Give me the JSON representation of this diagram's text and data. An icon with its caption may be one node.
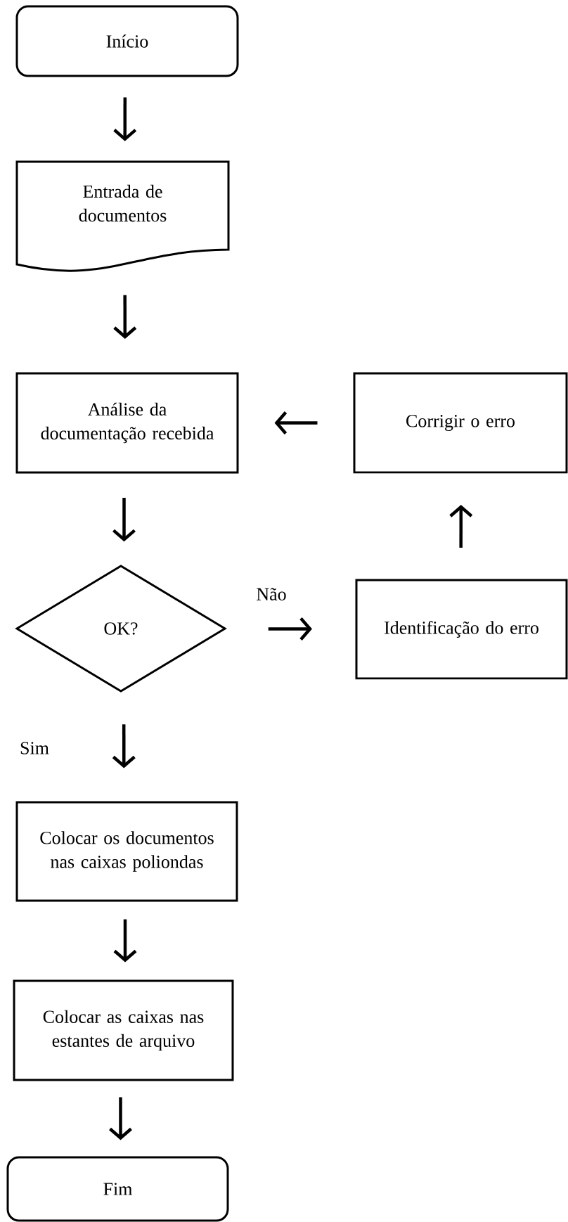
{
  "diagram": {
    "nodes": [
      {
        "text": [
          "Início"
        ]
      },
      {
        "text": [
          "Entrada de documentos"
        ]
      },
      {
        "text": [
          "Análise da documentação recebida"
        ]
      },
      {
        "text": [
          "Corrigir o erro"
        ]
      },
      {
        "text": [
          "OK?"
        ]
      },
      {
        "text": [
          "Identificação do erro"
        ]
      },
      {
        "text": [
          "Colocar os documentos nas caixas poliondas"
        ]
      },
      {
        "text": [
          "Colocar as caixas nas estantes de arquivo"
        ]
      },
      {
        "text": [
          "Fim"
        ]
      }
    ],
    "edges": [
      {
        "from": 0,
        "to": 1,
        "arrow": "to"
      },
      {
        "from": 1,
        "to": 2,
        "arrow": "to"
      },
      {
        "from": 3,
        "to": 2,
        "arrow": "to"
      },
      {
        "from": 2,
        "to": 4,
        "arrow": "to"
      },
      {
        "from": 4,
        "to": 5,
        "arrow": "to",
        "label": "Não"
      },
      {
        "from": 5,
        "to": 3,
        "arrow": "to"
      },
      {
        "from": 4,
        "to": 6,
        "arrow": "to",
        "label": "Sim"
      },
      {
        "from": 6,
        "to": 7,
        "arrow": "to"
      },
      {
        "from": 7,
        "to": 8,
        "arrow": "to"
      }
    ]
  }
}
